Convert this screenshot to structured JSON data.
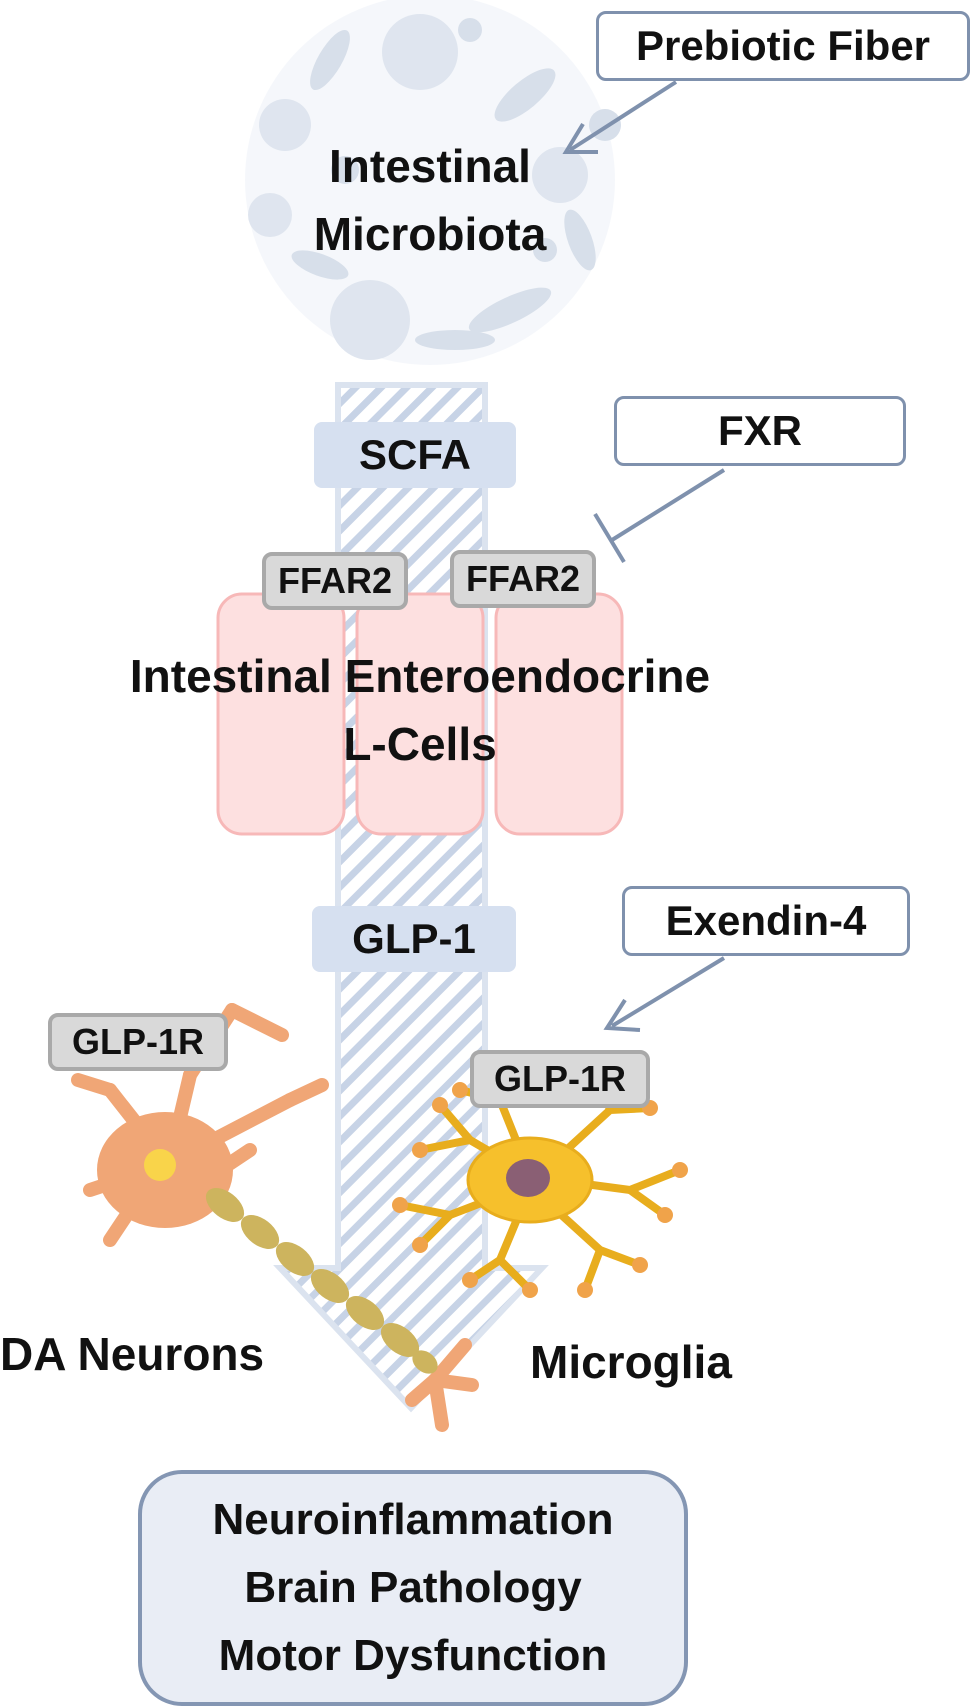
{
  "microbiota": {
    "line1": "Intestinal",
    "line2": "Microbiota"
  },
  "prebiotic_fiber": "Prebiotic Fiber",
  "scfa": "SCFA",
  "fxr": "FXR",
  "ffar2_left": "FFAR2",
  "ffar2_right": "FFAR2",
  "l_cells": {
    "line1": "Intestinal Enteroendocrine",
    "line2": "L-Cells"
  },
  "glp1": "GLP-1",
  "exendin4": "Exendin-4",
  "glp1r_neuron": "GLP-1R",
  "glp1r_microglia": "GLP-1R",
  "da_neurons": "DA Neurons",
  "microglia": "Microglia",
  "outcomes": [
    "Neuroinflammation",
    "Brain Pathology",
    "Motor Dysfunction"
  ],
  "colors": {
    "arrow_border": "#dbe3ef",
    "hatch": "#c7d3e6",
    "drug_border": "#7f91ad",
    "molecule_fill": "#d6e0f0",
    "receptor_fill": "#d9d9d9",
    "cell_fill": "#fde0e0",
    "cell_border": "#f7b8b8",
    "neuron": "#f0a676",
    "microglia": "#f6c02c",
    "outcome_fill": "#e9edf5"
  }
}
